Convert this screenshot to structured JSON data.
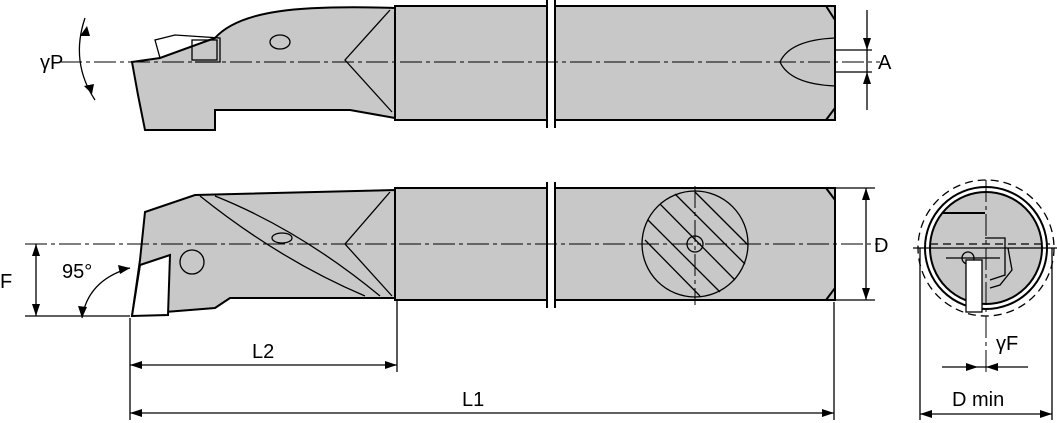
{
  "drawing": {
    "labels": {
      "gamma_p": "γP",
      "a": "A",
      "f": "F",
      "angle": "95°",
      "d": "D",
      "l2": "L2",
      "l1": "L1",
      "gamma_f": "γF",
      "d_min": "D min"
    },
    "colors": {
      "body_fill": "#c8c8c8",
      "line": "#000000",
      "background": "#ffffff"
    }
  }
}
